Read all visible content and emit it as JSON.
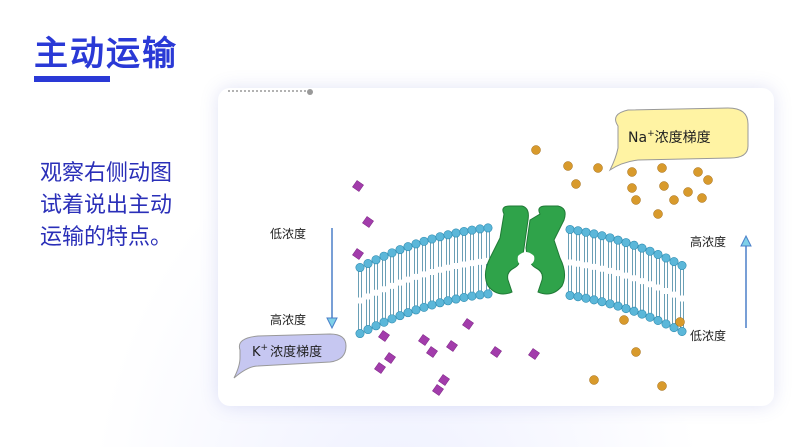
{
  "slide": {
    "title": "主动运输",
    "body": "观察右侧动图试着说出主动运输的特点。"
  },
  "figure": {
    "na_bubble": {
      "ion": "Na",
      "sup": "+",
      "label": "浓度梯度"
    },
    "k_bubble": {
      "ion": "K",
      "sup": "+",
      "label": "浓度梯度"
    },
    "left_top_label": "低浓度",
    "left_bottom_label": "高浓度",
    "right_top_label": "高浓度",
    "right_bottom_label": "低浓度"
  },
  "colors": {
    "accent": "#2a39d6",
    "protein": "#2fa34a",
    "lipid_head": "#5bb7d9",
    "na_ion": "#d89a2c",
    "k_ion": "#a23cab",
    "na_bubble_fill": "#fff3a3",
    "k_bubble_fill": "#c6c7f1"
  }
}
